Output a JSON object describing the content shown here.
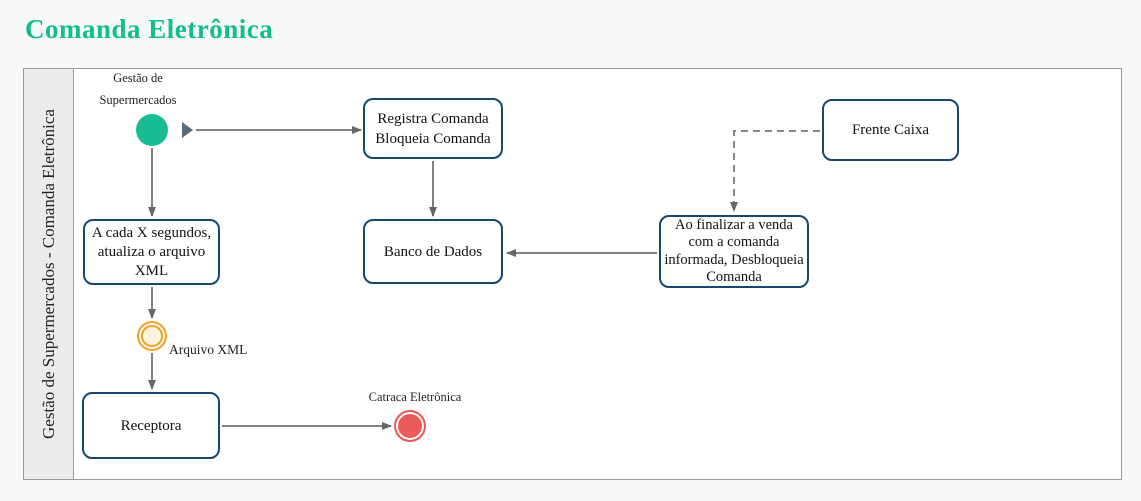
{
  "title": "Comanda Eletrônica",
  "lane": {
    "label": "Gestão de Supermercados - Comanda Eletrônica"
  },
  "events": {
    "start": {
      "label": "Gestão de\nSupermercados",
      "color": "#1abc93"
    },
    "intermediate": {
      "label": "Arquivo XML",
      "color": "#efa22f"
    },
    "end": {
      "label": "Catraca Eletrônica",
      "color": "#ec5b5b"
    }
  },
  "tasks": {
    "registra": {
      "label": "Registra Comanda\nBloqueia Comanda"
    },
    "frente_caixa": {
      "label": "Frente Caixa"
    },
    "banco_de_dados": {
      "label": "Banco de Dados"
    },
    "ao_finalizar": {
      "label": "Ao finalizar a venda\ncom a comanda\ninformada, Desbloqueia\nComanda"
    },
    "a_cada_x": {
      "label": "A cada X segundos,\natualiza o arquivo\nXML"
    },
    "receptora": {
      "label": "Receptora"
    }
  },
  "colors": {
    "title_accent": "#12bd8e",
    "task_border": "#17486b",
    "connector": "#808080",
    "arrowhead": "#666666",
    "start_marker": "#5a6b7c",
    "start_event": "#1abc93",
    "intermediate_event": "#efa22f",
    "end_event": "#ec5b5b",
    "lane_background": "#ebebeb"
  }
}
